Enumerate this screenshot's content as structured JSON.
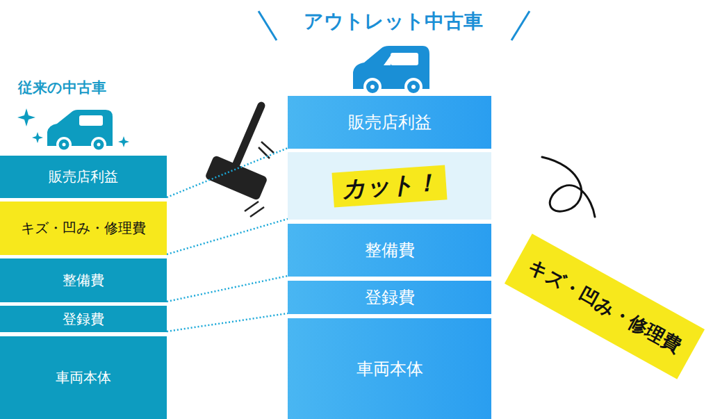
{
  "diagram": {
    "nodes": [
      {
        "text": [
          "販売店利益"
        ]
      },
      {
        "text": [
          "キズ・凹み・修理費"
        ]
      },
      {
        "text": [
          "整備費"
        ]
      },
      {
        "text": [
          "登録費"
        ]
      },
      {
        "text": [
          "車両本体"
        ]
      },
      {
        "text": [
          "販売店利益"
        ]
      },
      {
        "text": [
          "カット！"
        ]
      },
      {
        "text": [
          "整備費"
        ]
      },
      {
        "text": [
          "登録費"
        ]
      },
      {
        "text": [
          "車両本体"
        ]
      },
      {
        "text": [
          "キズ・凹み・修理費"
        ]
      }
    ],
    "edges": [
      {
        "from": 0,
        "to": 5,
        "arrow": "none"
      },
      {
        "from": 1,
        "to": 6,
        "arrow": "none"
      },
      {
        "from": 2,
        "to": 7,
        "arrow": "none"
      },
      {
        "from": 3,
        "to": 8,
        "arrow": "none"
      }
    ],
    "labels": [
      "従来の中古車",
      "アウトレット中古車"
    ]
  }
}
